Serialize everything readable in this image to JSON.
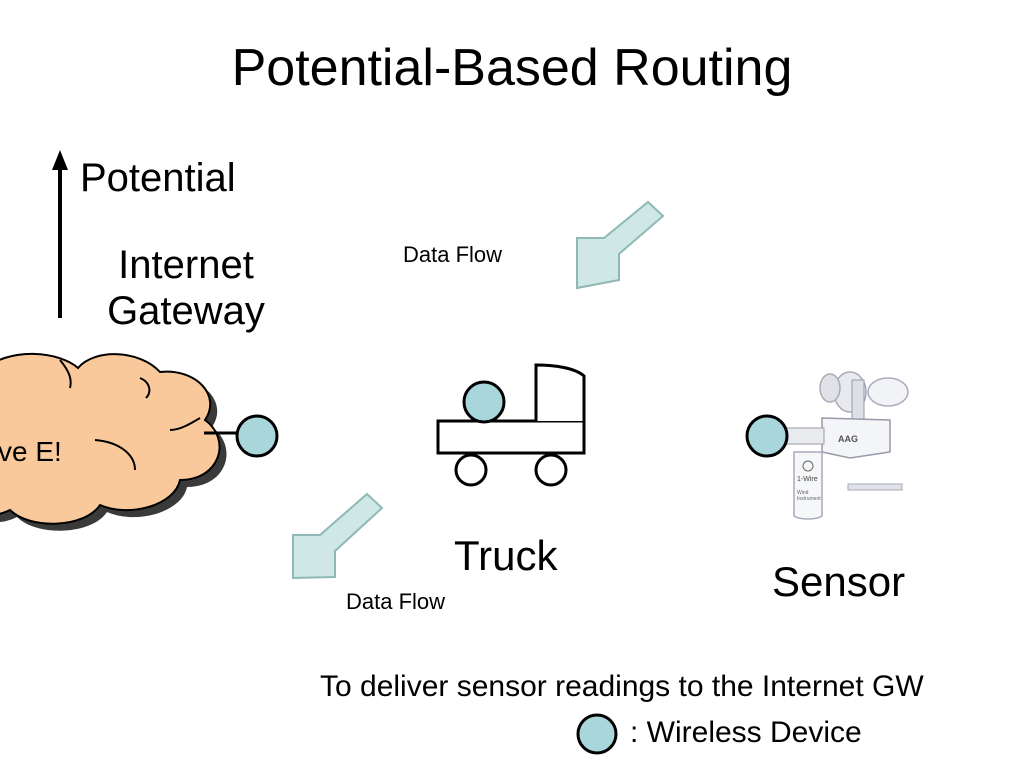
{
  "title": "Potential-Based Routing",
  "axis": {
    "label": "Potential"
  },
  "gateway": {
    "line1": "Internet",
    "line2": "Gateway"
  },
  "cloud": {
    "text": "ve E!"
  },
  "data_flow_top": "Data Flow",
  "data_flow_bottom": "Data Flow",
  "truck": {
    "label": "Truck"
  },
  "sensor": {
    "label": "Sensor",
    "device_text_brand": "AAG",
    "device_text_model": "1-Wire",
    "device_text_sub": "Wind Instrument"
  },
  "caption": "To deliver sensor readings to the Internet GW",
  "legend": {
    "text": ": Wireless Device"
  },
  "colors": {
    "device_fill": "#a9d6db",
    "cloud_fill": "#f9c99b",
    "arrow_fill": "#cfe8e6",
    "arrow_stroke": "#8fb8b6"
  }
}
